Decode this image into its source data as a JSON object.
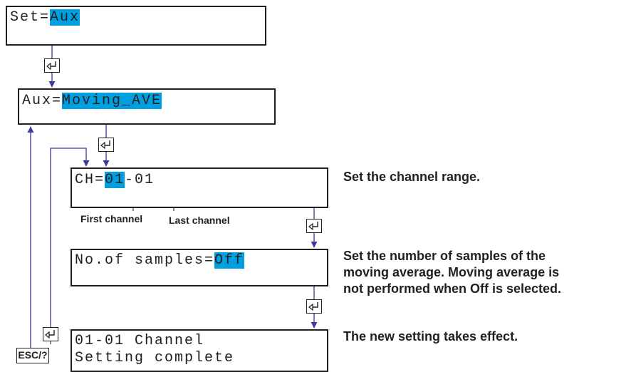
{
  "screens": {
    "set": {
      "prefix": "Set=",
      "value": "Aux"
    },
    "aux": {
      "prefix": "Aux=",
      "value": "Moving_AVE"
    },
    "ch": {
      "prefix": "CH=",
      "first": "01",
      "sep": "-",
      "last": "01"
    },
    "samples": {
      "prefix": "No.of samples=",
      "value": "Off"
    },
    "complete": {
      "line1": "01-01 Channel",
      "line2": "Setting complete"
    }
  },
  "labels": {
    "first_channel": "First channel",
    "last_channel": "Last channel"
  },
  "descriptions": {
    "channel_range": "Set the channel range.",
    "samples": [
      "Set the number of samples of the",
      "moving average.  Moving average is",
      "not performed when Off is selected."
    ],
    "takes_effect": "The new setting takes effect."
  },
  "keys": {
    "esc": "ESC/?",
    "enter_icon": "enter-key-icon"
  },
  "colors": {
    "highlight": "#00a0e0",
    "arrow": "#3a3a9c",
    "text": "#231f20"
  }
}
